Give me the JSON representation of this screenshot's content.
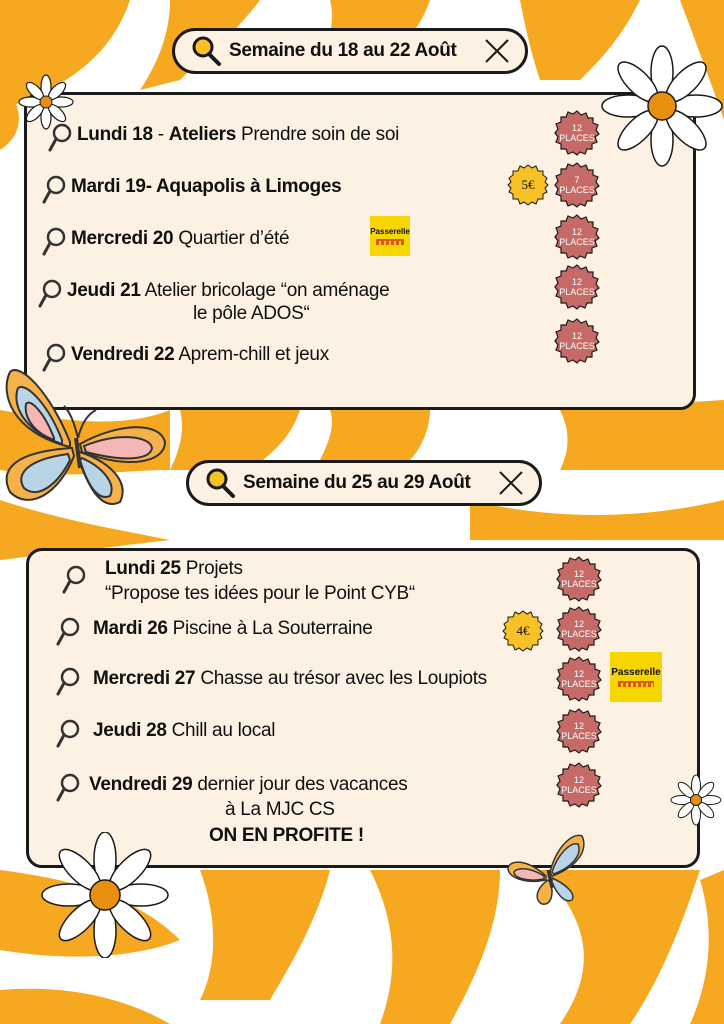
{
  "colors": {
    "orange": "#f6a821",
    "card_bg": "#fdf1e3",
    "seal_red": "#c56a66",
    "price_yellow": "#f8c126",
    "passerelle_yellow": "#f7d500",
    "outline": "#1a1a1a"
  },
  "week1": {
    "title": "Semaine du 18 au 22 Août",
    "close_icon": "x-icon",
    "items": [
      {
        "day": "Lundi 18",
        "sep": " - ",
        "bold_extra": "Ateliers",
        "activity": " Prendre soin de soi",
        "line2": "",
        "seal_count": "12",
        "seal_label": "PLACES"
      },
      {
        "day": "Mardi 19",
        "sep": "",
        "bold_extra": "- Aquapolis à Limoges",
        "activity": "",
        "line2": "",
        "seal_count": "7",
        "seal_label": "PLACES",
        "price": "5€"
      },
      {
        "day": "Mercredi 20",
        "sep": " ",
        "bold_extra": "",
        "activity": "Quartier  d’été",
        "line2": "",
        "seal_count": "12",
        "seal_label": "PLACES",
        "logo": "Passerelle"
      },
      {
        "day": "Jeudi 21",
        "sep": " ",
        "bold_extra": "",
        "activity": "Atelier bricolage “on aménage",
        "line2": "le pôle ADOS“",
        "seal_count": "12",
        "seal_label": "PLACES"
      },
      {
        "day": "Vendredi 22",
        "sep": " ",
        "bold_extra": "",
        "activity": "Aprem-chill et jeux",
        "line2": "",
        "seal_count": "12",
        "seal_label": "PLACES"
      }
    ]
  },
  "week2": {
    "title": "Semaine du 25 au 29 Août",
    "close_icon": "x-icon",
    "items": [
      {
        "day": "Lundi 25",
        "sep": " ",
        "bold_extra": "",
        "activity": "Projets",
        "line2": "“Propose tes idées pour le Point CYB“",
        "seal_count": "12",
        "seal_label": "PLACES"
      },
      {
        "day": "Mardi 26",
        "sep": " ",
        "bold_extra": "",
        "activity": "Piscine à La Souterraine",
        "line2": "",
        "seal_count": "12",
        "seal_label": "PLACES",
        "price": "4€"
      },
      {
        "day": "Mercredi 27",
        "sep": " ",
        "bold_extra": "",
        "activity": "Chasse au trésor avec les Loupiots",
        "line2": "",
        "seal_count": "12",
        "seal_label": "PLACES",
        "logo": "Passerelle"
      },
      {
        "day": "Jeudi 28",
        "sep": " ",
        "bold_extra": "",
        "activity": "Chill au local",
        "line2": "",
        "seal_count": "12",
        "seal_label": "PLACES"
      },
      {
        "day": "Vendredi 29",
        "sep": " ",
        "bold_extra": "",
        "activity": "dernier jour des vacances",
        "line2": "à La MJC CS",
        "line3": "ON EN PROFITE !",
        "seal_count": "12",
        "seal_label": "PLACES"
      }
    ]
  },
  "decorations": {
    "flower_icon": "daisy-icon",
    "butterfly_icon": "butterfly-icon",
    "search_icon": "magnifier-icon"
  }
}
